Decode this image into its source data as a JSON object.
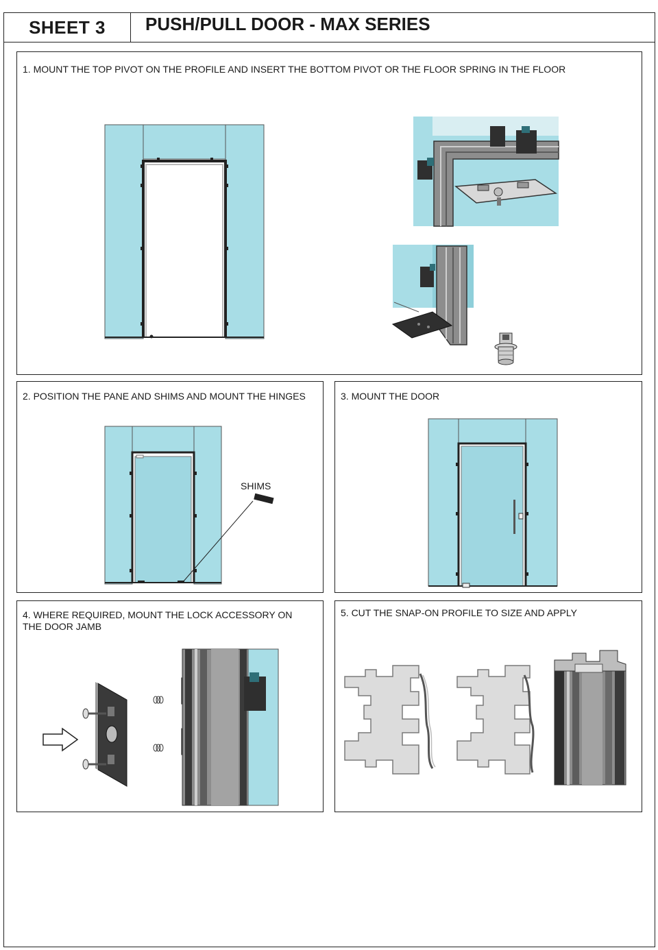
{
  "header": {
    "sheet_label": "SHEET 3",
    "title": "PUSH/PULL DOOR - MAX SERIES"
  },
  "steps": [
    {
      "caption": "1. MOUNT THE TOP PIVOT ON THE  PROFILE AND INSERT THE BOTTOM PIVOT OR THE FLOOR SPRING IN THE FLOOR"
    },
    {
      "caption": "2. POSITION THE PANE AND SHIMS AND MOUNT THE HINGES",
      "callout": "SHIMS"
    },
    {
      "caption": "3. MOUNT THE DOOR"
    },
    {
      "caption": "4. WHERE REQUIRED, MOUNT THE LOCK ACCESSORY ON THE DOOR JAMB"
    },
    {
      "caption": "5. CUT THE SNAP-ON PROFILE TO SIZE AND APPLY"
    }
  ],
  "colors": {
    "glass": "#a8dde6",
    "glass_dark": "#8fcfda",
    "profile": "#9a9a9a",
    "profile_dark": "#3a3a3a",
    "accessory_teal": "#2f6f78",
    "outline": "#222222"
  }
}
